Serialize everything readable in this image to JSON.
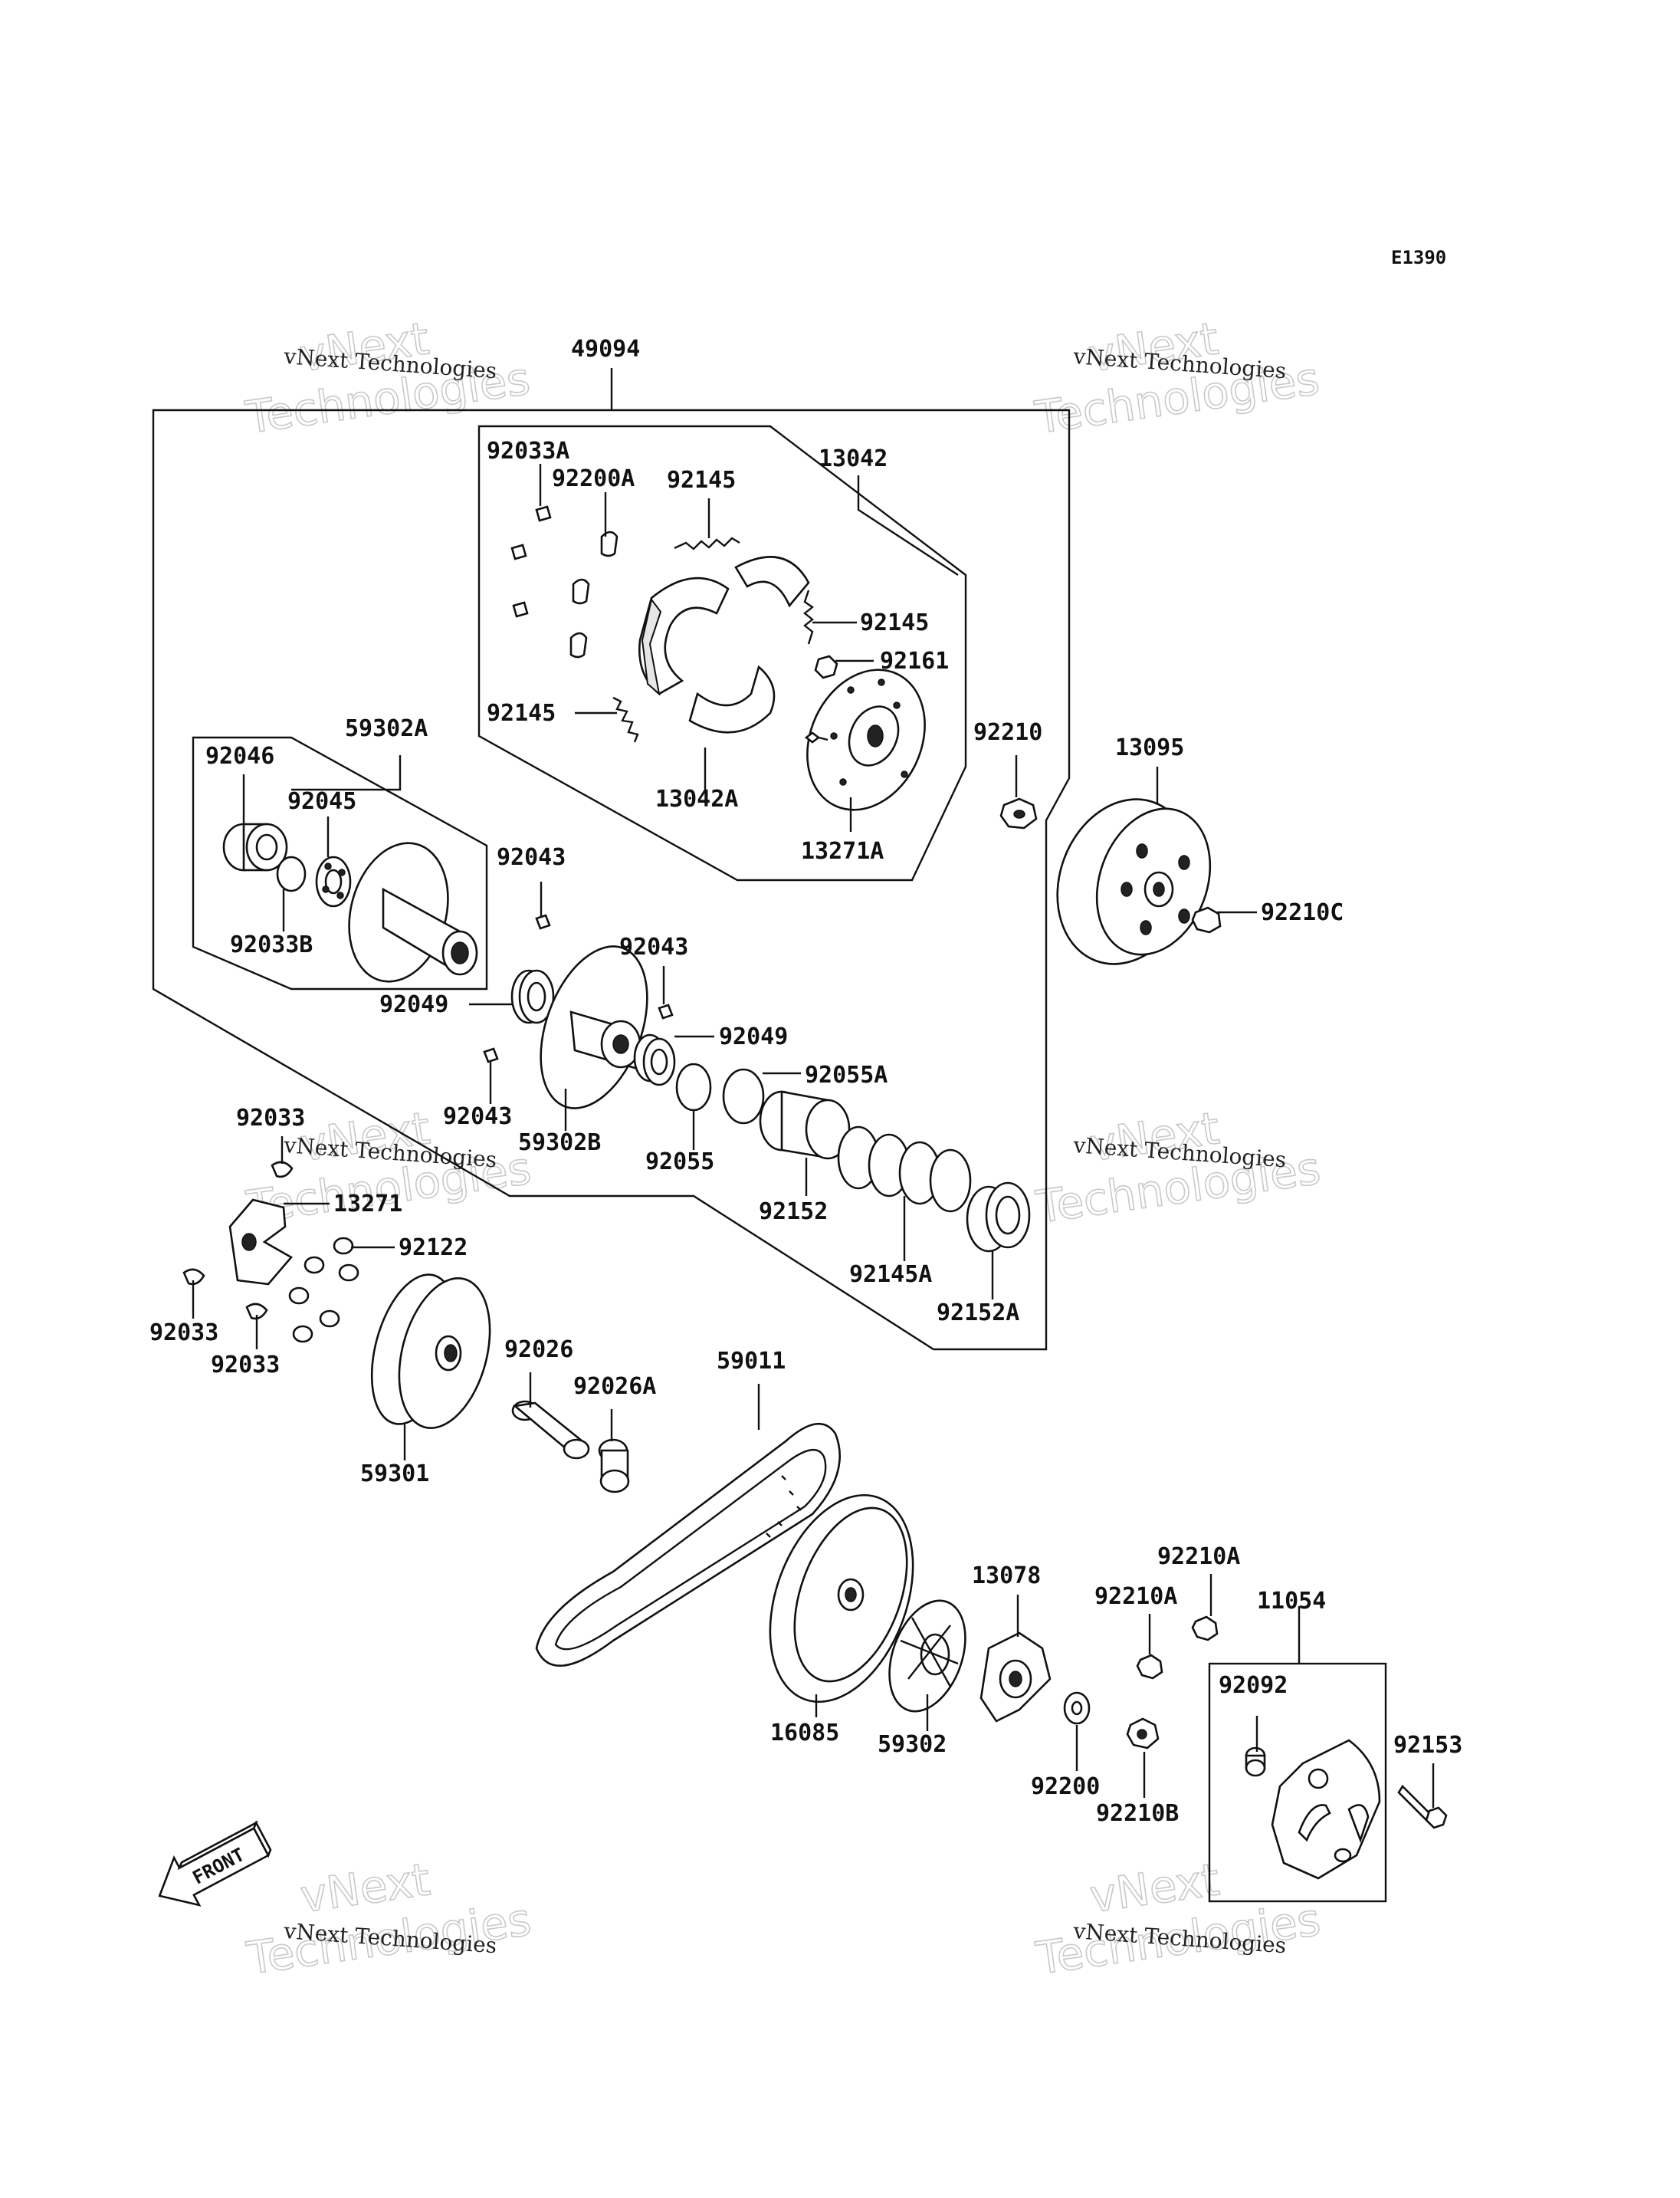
{
  "diagram_code": "E1390",
  "labels": {
    "l49094": "49094",
    "l13042": "13042",
    "l92033A": "92033A",
    "l92200A": "92200A",
    "l92145_top": "92145",
    "l92145_mid": "92145",
    "l92161": "92161",
    "l92145_left": "92145",
    "l13042A": "13042A",
    "l13271A": "13271A",
    "l92210": "92210",
    "l13095": "13095",
    "l92210C": "92210C",
    "l59302A": "59302A",
    "l92046": "92046",
    "l92045": "92045",
    "l92033B": "92033B",
    "l92043_a": "92043",
    "l92043_b": "92043",
    "l92049_a": "92049",
    "l92049_b": "92049",
    "l92055A": "92055A",
    "l92043_c": "92043",
    "l59302B": "59302B",
    "l92055": "92055",
    "l92152": "92152",
    "l92145A": "92145A",
    "l92152A": "92152A",
    "l92033_top": "92033",
    "l13271": "13271",
    "l92122": "92122",
    "l92033_left": "92033",
    "l92033_bottom": "92033",
    "l59301": "59301",
    "l92026": "92026",
    "l92026A": "92026A",
    "l59011": "59011",
    "l16085": "16085",
    "l59302": "59302",
    "l13078": "13078",
    "l92210A_top": "92210A",
    "l92210A_mid": "92210A",
    "l11054": "11054",
    "l92092": "92092",
    "l92153": "92153",
    "l92200": "92200",
    "l92210B": "92210B"
  },
  "front_arrow": "FRONT",
  "watermark": {
    "small": "vNext Technologies",
    "big_1": "vNext",
    "big_2": "Technologies"
  }
}
